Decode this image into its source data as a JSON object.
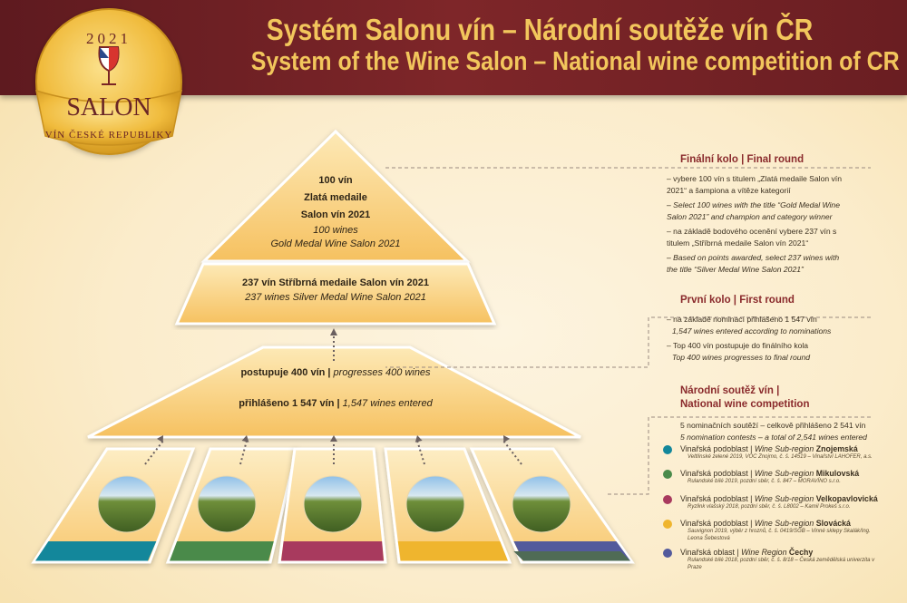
{
  "header": {
    "title_cz": "Systém Salonu vín – Národní soutěže vín ČR",
    "title_en": "System of the Wine Salon – National wine competition of CR"
  },
  "logo": {
    "year": "2021",
    "name": "SALON",
    "subtitle": "VÍN ČESKÉ REPUBLIKY"
  },
  "pyramid": {
    "top": {
      "l1": "100 vín",
      "l2": "Zlatá medaile",
      "l3": "Salon vín 2021",
      "l4": "100 wines",
      "l5": "Gold Medal Wine Salon 2021"
    },
    "middle": {
      "cz": "237 vín Stříbrná medaile Salon vín 2021",
      "en": "237 wines Silver Medal Wine Salon 2021"
    },
    "lower": {
      "progress_cz": "postupuje 400 vín |",
      "progress_en": "progresses 400 wines",
      "entered_cz": "přihlášeno 1 547 vín |",
      "entered_en": "1,547 wines entered"
    }
  },
  "final_round": {
    "heading": "Finální kolo | Final round",
    "items": [
      "– vybere 100 vín s titulem „Zlatá medaile Salon vín 2021“ a šampiona a vítěze kategorií",
      "– Select 100 wines with the title “Gold Medal Wine Salon 2021” and champion and category winner",
      "– na základě bodového ocenění vybere 237 vín s titulem „Stříbrná medaile Salon vín 2021“",
      "– Based on points awarded, select 237 wines with the title “Silver Medal Wine Salon 2021”"
    ]
  },
  "first_round": {
    "heading": "První kolo | First round",
    "items": [
      {
        "cz": "– na základě nominací přihlášeno 1 547 vín",
        "en": "1,547 wines entered according to nominations"
      },
      {
        "cz": "– Top 400 vín postupuje do finálního kola",
        "en": "Top 400 wines progresses to final round"
      }
    ]
  },
  "national": {
    "heading1": "Národní soutěž vín |",
    "heading2": "National wine competition",
    "summary_cz": "5 nominačních soutěží – celkově přihlášeno 2 541 vín",
    "summary_en": "5 nomination contests – a total of 2,541 wines entered",
    "regions": [
      {
        "prefix": "Vinařská podoblast |",
        "type": "Wine Sub-region",
        "name": "Znojemská",
        "detail": "Veltlínské zelené 2019, VOC Znojmo, č. š. 14519 – Vinařství LAHOFER, a.s.",
        "color": "#13879b"
      },
      {
        "prefix": "Vinařská podoblast |",
        "type": "Wine Sub-region",
        "name": "Mikulovská",
        "detail": "Rulandské bílé 2019, pozdní sběr, č. š. 847 – MORAVÍNO s.r.o.",
        "color": "#4a8a4a"
      },
      {
        "prefix": "Vinařská podoblast |",
        "type": "Wine Sub-region",
        "name": "Velkopavlovická",
        "detail": "Ryzlink vlašský 2018, pozdní sběr, č. š. L8002 – Kamil Prokeš s.r.o.",
        "color": "#a83a5e"
      },
      {
        "prefix": "Vinařská podoblast |",
        "type": "Wine Sub-region",
        "name": "Slovácká",
        "detail": "Sauvignon 2019, výběr z hroznů, č. š. 0419/SGB – Vinné sklepy Skalák/Ing. Leona Šebestová",
        "color": "#efb52e"
      },
      {
        "prefix": "Vinařská oblast |",
        "type": "Wine Region",
        "name": "Čechy",
        "detail": "Rulandské bílé 2018, pozdní sběr, č. š. 8/18 – Česká zemědělská univerzita v Praze",
        "color": "#535a9c"
      }
    ]
  }
}
